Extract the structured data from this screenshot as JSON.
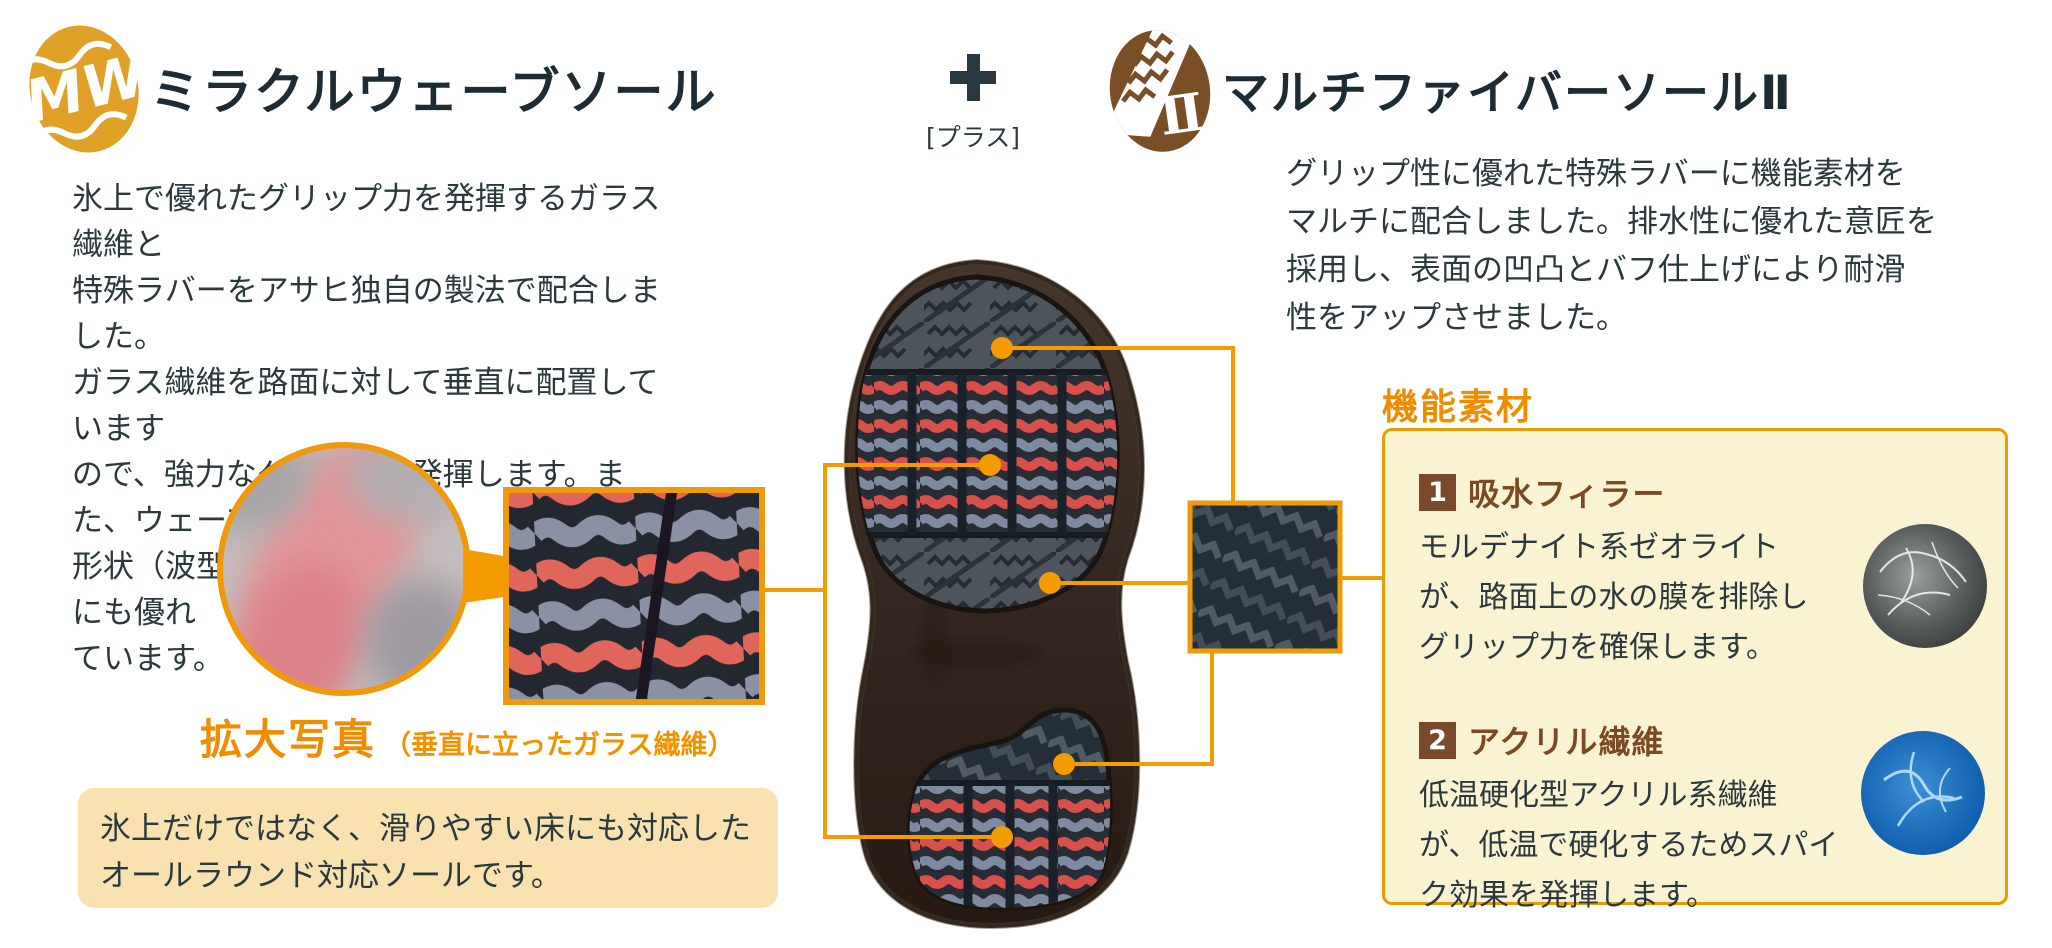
{
  "page": {
    "background": "#ffffff"
  },
  "colors": {
    "accent_orange": "#f49b00",
    "heading_orange": "#f08c00",
    "logo_gold": "#dfa128",
    "logo_brown": "#7a4f28",
    "materials_box_bg": "#faf3d2",
    "materials_box_border": "#e89c00",
    "note_box_bg": "#f9e2b0",
    "title_dark": "#1d2b33",
    "body_text": "#2c393c",
    "brown_text": "#7b4a23",
    "red_stripe": "#d8504a",
    "gray_stripe": "#7e8aa0"
  },
  "left_section": {
    "logo": {
      "icon": "mw-wave-logo-icon",
      "text": "MW",
      "color": "#dfa128"
    },
    "title": "ミラクルウェーブソール",
    "paragraph": "氷上で優れたグリップ力を発揮するガラス繊維と\n特殊ラバーをアサヒ独自の製法で配合しました。\nガラス繊維を路面に対して垂直に配置しています\nので、強力なグリップを発揮します。また、ウェーブ\n形状（波型）意匠は、多方向へのグリップにも優れ\nています。",
    "magnified_photo": {
      "caption": "拡大写真",
      "caption_note": "（垂直に立ったガラス繊維）"
    },
    "note_box": {
      "text": "氷上だけではなく、滑りやすい床にも対応した\nオールラウンド対応ソールです。"
    }
  },
  "plus": {
    "icon": "plus-icon",
    "label": "[プラス]"
  },
  "right_section": {
    "logo": {
      "icon": "multi-fiber-logo-icon",
      "numeral": "Ⅱ"
    },
    "title": "マルチファイバーソールⅡ",
    "paragraph": "グリップ性に優れた特殊ラバーに機能素材を\nマルチに配合しました。排水性に優れた意匠を\n採用し、表面の凹凸とバフ仕上げにより耐滑\n性をアップさせました。",
    "materials": {
      "heading": "機能素材",
      "items": [
        {
          "number": "1",
          "title": "吸水フィラー",
          "body": "モルデナイト系ゼオライト\nが、路面上の水の膜を排除し\nグリップ力を確保します。",
          "photo": "zeolite-crystal-photo"
        },
        {
          "number": "2",
          "title": "アクリル繊維",
          "body": "低温硬化型アクリル系繊維\nが、低温で硬化するためスパイ\nク効果を発揮します。",
          "photo": "acrylic-fiber-photo"
        }
      ]
    }
  },
  "sole_diagram": {
    "areas": [
      "toe-tread",
      "miracle-wave-forefoot",
      "arch",
      "heel-tread",
      "miracle-wave-heel"
    ]
  }
}
